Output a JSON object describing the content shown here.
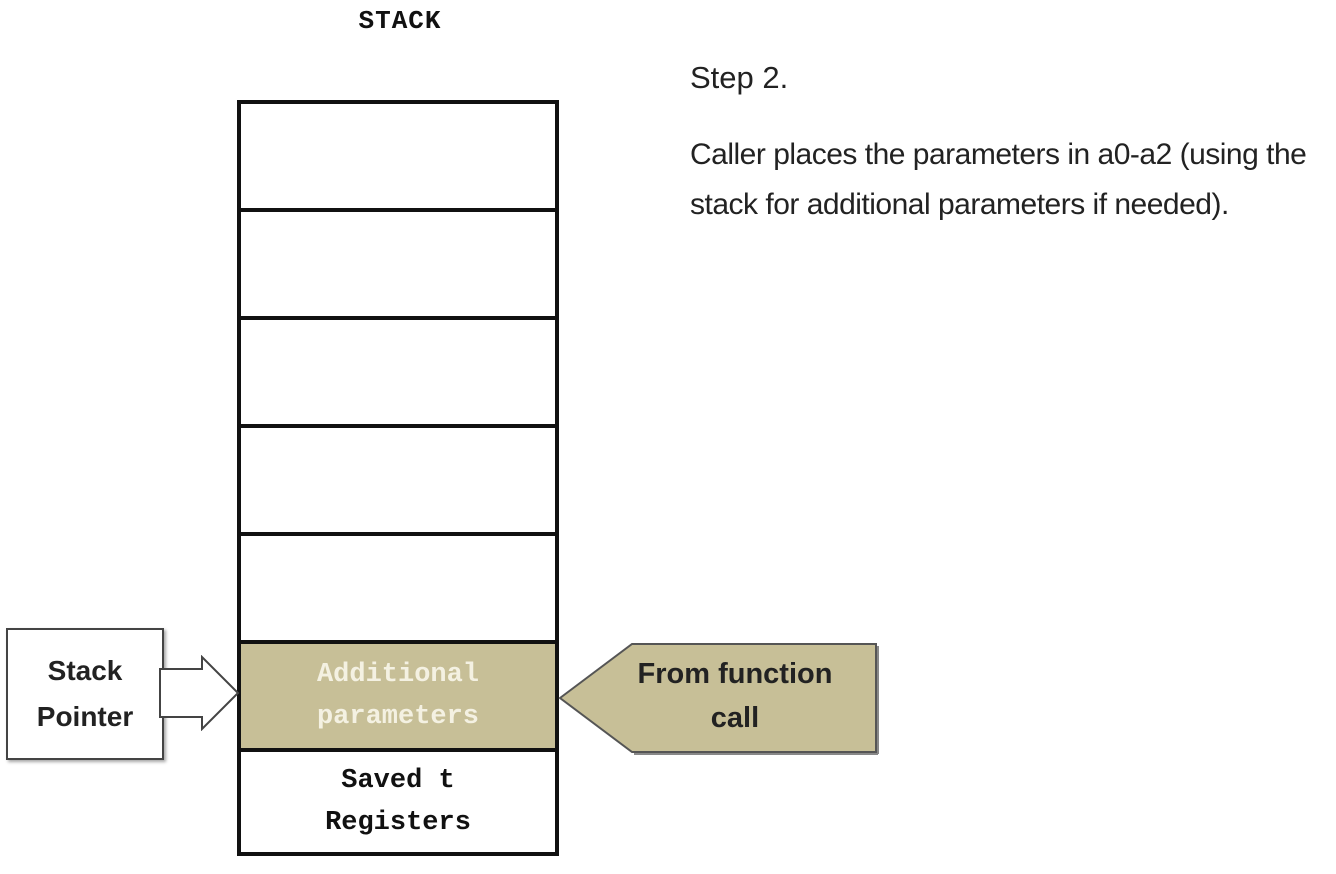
{
  "stack": {
    "title": "STACK",
    "cells": [
      {
        "label": ""
      },
      {
        "label": ""
      },
      {
        "label": ""
      },
      {
        "label": ""
      },
      {
        "label": ""
      },
      {
        "label": "Additional\nparameters"
      },
      {
        "label": "Saved t\nRegisters"
      }
    ]
  },
  "step": {
    "title": "Step 2.",
    "description": "Caller places the parameters in a0-a2 (using the stack for additional parameters if needed)."
  },
  "stack_pointer": {
    "label": "Stack\nPointer"
  },
  "from_call": {
    "label": "From function\ncall"
  },
  "colors": {
    "params_fill": "#c7bf97",
    "params_text": "#f4f1e2",
    "border": "#111111"
  }
}
